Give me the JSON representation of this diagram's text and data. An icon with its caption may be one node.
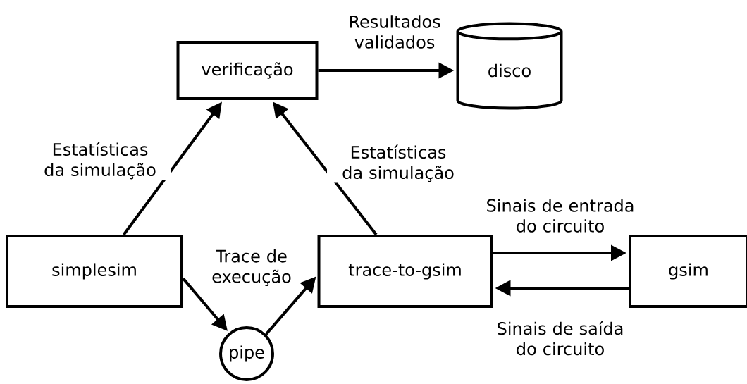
{
  "diagram": {
    "nodes": [
      {
        "text": [
          "verificação"
        ]
      },
      {
        "text": [
          "disco"
        ]
      },
      {
        "text": [
          "simplesim"
        ]
      },
      {
        "text": [
          "pipe"
        ]
      },
      {
        "text": [
          "trace-to-gsim"
        ]
      },
      {
        "text": [
          "gsim"
        ]
      }
    ],
    "edges": [
      {
        "from": 0,
        "to": 1,
        "arrow": "to",
        "label": "Resultados validados"
      },
      {
        "from": 2,
        "to": 0,
        "arrow": "to",
        "label": "Estatísticas da simulação"
      },
      {
        "from": 4,
        "to": 0,
        "arrow": "to",
        "label": "Estatísticas da simulação"
      },
      {
        "from": 2,
        "to": 3,
        "arrow": "to"
      },
      {
        "from": 3,
        "to": 4,
        "arrow": "to",
        "label": "Trace de execução"
      },
      {
        "from": 4,
        "to": 5,
        "arrow": "to",
        "label": "Sinais de entrada do circuito"
      },
      {
        "from": 5,
        "to": 4,
        "arrow": "to",
        "label": "Sinais de saída do circuito"
      }
    ]
  }
}
